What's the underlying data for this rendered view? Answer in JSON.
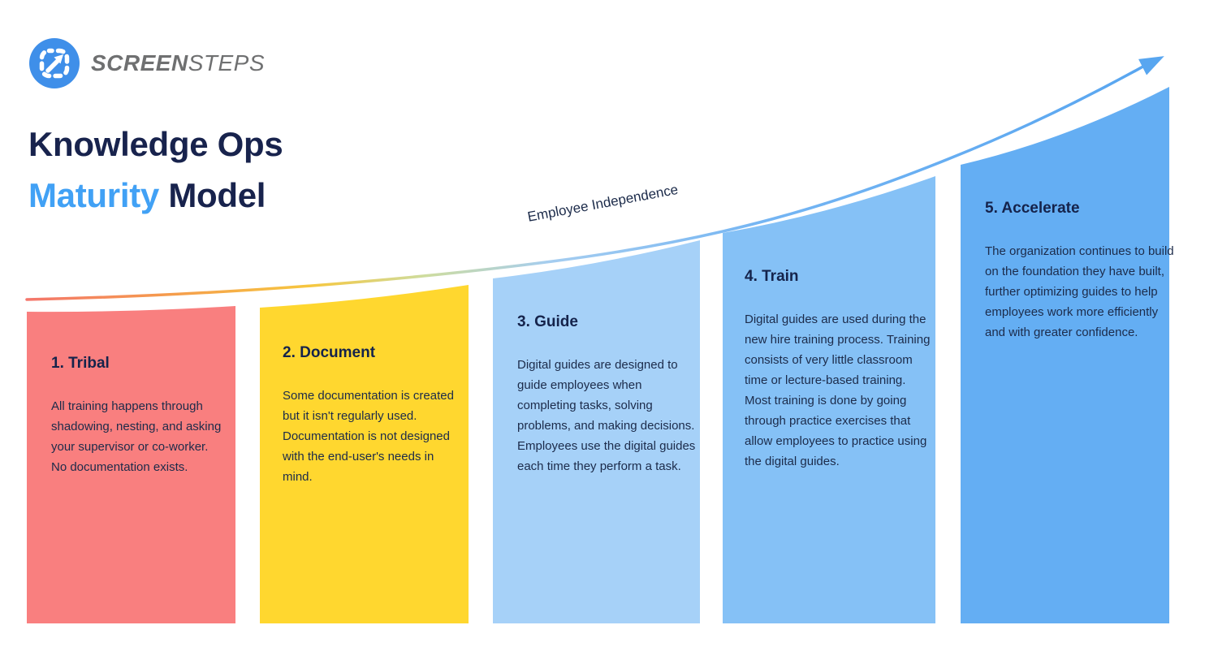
{
  "brand": {
    "name_bold": "SCREEN",
    "name_light": "STEPS"
  },
  "title": {
    "line1": "Knowledge Ops",
    "line2_accent": "Maturity",
    "line2_rest": " Model"
  },
  "curve": {
    "label": "Employee Independence",
    "gradient": [
      "#F4766C",
      "#F59A4D",
      "#F6C73F",
      "#CEDC9E",
      "#A5CDF0",
      "#74B5F3",
      "#57A5F0"
    ],
    "arrow_color": "#58A6F0"
  },
  "columns": [
    {
      "title": "1. Tribal",
      "description": "All training happens through shadowing, nesting, and asking your supervisor or co-worker. No documentation exists.",
      "color": "#F97F7F"
    },
    {
      "title": "2. Document",
      "description": "Some documentation is created but it isn't regularly used. Documentation is not designed with the end-user's needs in mind.",
      "color": "#FFD72F"
    },
    {
      "title": "3. Guide",
      "description": "Digital guides are designed to guide employees when completing tasks, solving problems, and making decisions. Employees use the digital guides each time they perform a task.",
      "color": "#A6D1F8"
    },
    {
      "title": "4. Train",
      "description": "Digital guides are used during the new hire training process. Training consists of very little classroom time or lecture-based training. Most training is done by going through practice exercises that allow employees to practice using the digital guides.",
      "color": "#85C1F6"
    },
    {
      "title": "5. Accelerate",
      "description": "The organization continues to build on the foundation they have built, further optimizing guides to help employees work more efficiently and with greater confidence.",
      "color": "#64AEF3"
    }
  ],
  "colors": {
    "logo_blue": "#3F8FE9",
    "brand_gray": "#6F7071",
    "title_navy": "#18234D",
    "accent_blue": "#41A1F5",
    "body_text": "#1C2B4A"
  }
}
